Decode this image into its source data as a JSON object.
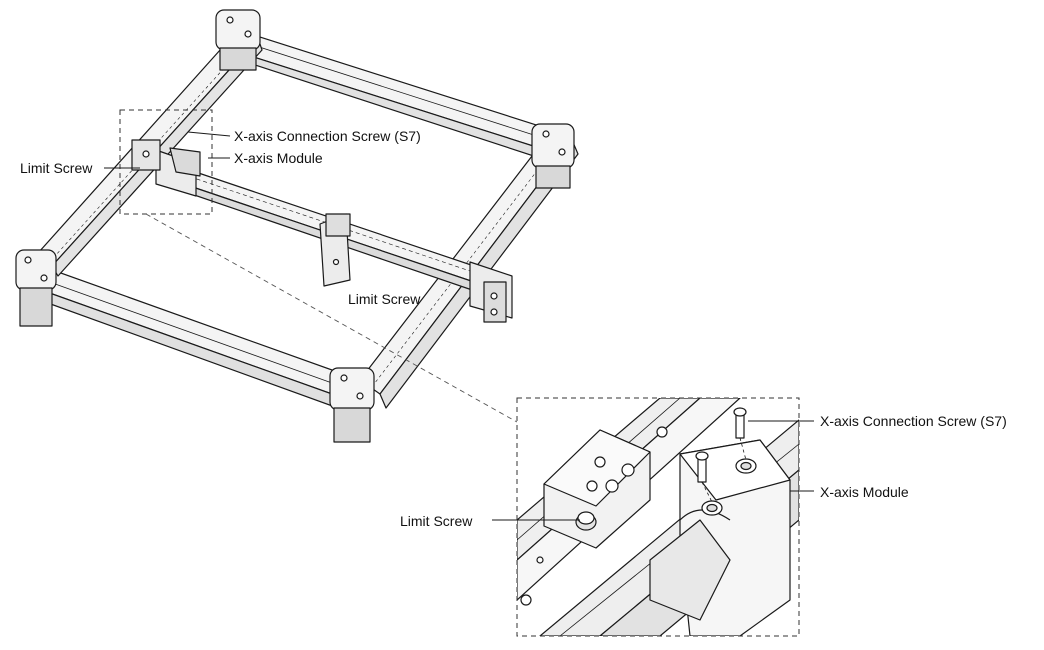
{
  "labels": {
    "main_limit_screw_left": "Limit Screw",
    "main_connection_screw": "X-axis Connection Screw (S7)",
    "main_x_axis_module": "X-axis Module",
    "main_limit_screw_right": "Limit Screw",
    "detail_connection_screw": "X-axis Connection Screw (S7)",
    "detail_x_axis_module": "X-axis Module",
    "detail_limit_screw": "Limit Screw"
  },
  "colors": {
    "line": "#1a1a1a",
    "frame_fill": "#f4f4f4",
    "shade": "#d8d8d8",
    "background": "#ffffff"
  }
}
